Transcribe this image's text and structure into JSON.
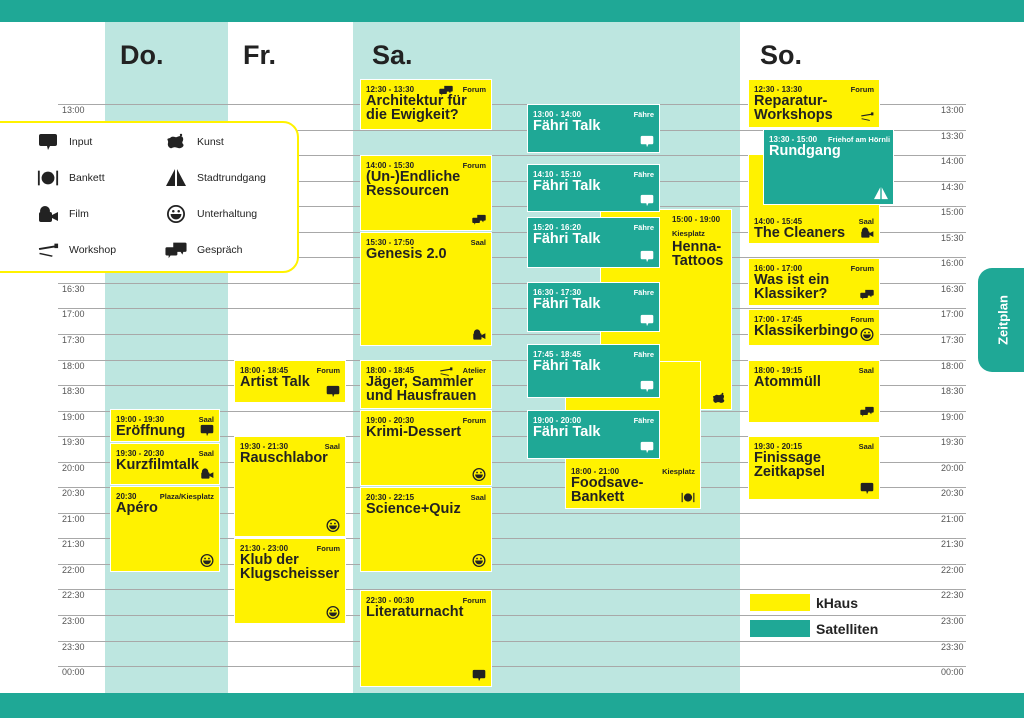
{
  "colors": {
    "khaus": "#fff200",
    "satelliten": "#1fa896",
    "band": "#bde6e0"
  },
  "days": [
    "Do.",
    "Fr.",
    "Sa.",
    "So."
  ],
  "times": [
    "13:00",
    "13:30",
    "14:00",
    "14:30",
    "15:00",
    "15:30",
    "16:00",
    "16:30",
    "17:00",
    "17:30",
    "18:00",
    "18:30",
    "19:00",
    "19:30",
    "20:00",
    "20:30",
    "21:00",
    "21:30",
    "22:00",
    "22:30",
    "23:00",
    "23:30",
    "00:00"
  ],
  "legend": [
    {
      "label": "Input",
      "icon": "input"
    },
    {
      "label": "Kunst",
      "icon": "kunst"
    },
    {
      "label": "Bankett",
      "icon": "bankett"
    },
    {
      "label": "Stadtrundgang",
      "icon": "stadtrundgang"
    },
    {
      "label": "Film",
      "icon": "film"
    },
    {
      "label": "Unterhaltung",
      "icon": "unterhaltung"
    },
    {
      "label": "Workshop",
      "icon": "workshop"
    },
    {
      "label": "Gespräch",
      "icon": "gespraech"
    }
  ],
  "key": [
    {
      "label": "kHaus"
    },
    {
      "label": "Satelliten"
    }
  ],
  "tab_label": "Zeitplan",
  "events": [
    {
      "day": "Do.",
      "time": "19:00 - 19:30",
      "place": "Saal",
      "title": "Eröffnung",
      "icon": "input",
      "type": "kHaus"
    },
    {
      "day": "Do.",
      "time": "19:30 - 20:30",
      "place": "Saal",
      "title": "Kurzfilmtalk",
      "icon": "film",
      "type": "kHaus"
    },
    {
      "day": "Do.",
      "time": "20:30",
      "place": "Plaza/Kiesplatz",
      "title": "Apéro",
      "icon": "unterhaltung",
      "type": "kHaus"
    },
    {
      "day": "Fr.",
      "time": "18:00 - 18:45",
      "place": "Forum",
      "title": "Artist Talk",
      "icon": "input",
      "type": "kHaus"
    },
    {
      "day": "Fr.",
      "time": "19:30 - 21:30",
      "place": "Saal",
      "title": "Rauschlabor",
      "icon": "unterhaltung",
      "type": "kHaus"
    },
    {
      "day": "Fr.",
      "time": "21:30 - 23:00",
      "place": "Forum",
      "title": "Klub der Klugscheisser",
      "icon": "unterhaltung",
      "type": "kHaus"
    },
    {
      "day": "Sa.",
      "time": "12:30 - 13:30",
      "place": "Forum",
      "title": "Architektur für die Ewigkeit?",
      "icon": "gespraech",
      "type": "kHaus"
    },
    {
      "day": "Sa.",
      "time": "14:00 - 15:30",
      "place": "Forum",
      "title": "(Un-)Endliche Ressourcen",
      "icon": "gespraech",
      "type": "kHaus"
    },
    {
      "day": "Sa.",
      "time": "15:30 - 17:50",
      "place": "Saal",
      "title": "Genesis 2.0",
      "icon": "film",
      "type": "kHaus"
    },
    {
      "day": "Sa.",
      "time": "18:00 - 18:45",
      "place": "Atelier",
      "title": "Jäger, Sammler und Hausfrauen",
      "icon": "workshop",
      "type": "kHaus"
    },
    {
      "day": "Sa.",
      "time": "19:00 - 20:30",
      "place": "Forum",
      "title": "Krimi-Dessert",
      "icon": "unterhaltung",
      "type": "kHaus"
    },
    {
      "day": "Sa.",
      "time": "20:30 - 22:15",
      "place": "Saal",
      "title": "Science+Quiz",
      "icon": "unterhaltung",
      "type": "kHaus"
    },
    {
      "day": "Sa.",
      "time": "22:30 - 00:30",
      "place": "Forum",
      "title": "Literaturnacht",
      "icon": "input",
      "type": "kHaus"
    },
    {
      "day": "Sa.",
      "time": "15:00 - 19:00",
      "place": "Kiesplatz",
      "title": "Henna-Tattoos",
      "icon": "kunst",
      "type": "kHaus"
    },
    {
      "day": "Sa.",
      "time": "18:00 - 21:00",
      "place": "Kiesplatz",
      "title": "Foodsave-Bankett",
      "icon": "bankett",
      "type": "kHaus"
    },
    {
      "day": "Sa.",
      "time": "13:00 - 14:00",
      "place": "Fähre",
      "title": "Fähri Talk",
      "icon": "input",
      "type": "Satelliten"
    },
    {
      "day": "Sa.",
      "time": "14:10 - 15:10",
      "place": "Fähre",
      "title": "Fähri Talk",
      "icon": "input",
      "type": "Satelliten"
    },
    {
      "day": "Sa.",
      "time": "15:20 - 16:20",
      "place": "Fähre",
      "title": "Fähri Talk",
      "icon": "input",
      "type": "Satelliten"
    },
    {
      "day": "Sa.",
      "time": "16:30 - 17:30",
      "place": "Fähre",
      "title": "Fähri Talk",
      "icon": "input",
      "type": "Satelliten"
    },
    {
      "day": "Sa.",
      "time": "17:45 - 18:45",
      "place": "Fähre",
      "title": "Fähri Talk",
      "icon": "input",
      "type": "Satelliten"
    },
    {
      "day": "Sa.",
      "time": "19:00 - 20:00",
      "place": "Fähre",
      "title": "Fähri Talk",
      "icon": "input",
      "type": "Satelliten"
    },
    {
      "day": "So.",
      "time": "12:30 - 13:30",
      "place": "Forum",
      "title": "Reparatur-Workshops",
      "icon": "workshop",
      "type": "kHaus"
    },
    {
      "day": "So.",
      "time": "14:00 - 15:45",
      "place": "Saal",
      "title": "The Cleaners",
      "icon": "film",
      "type": "kHaus"
    },
    {
      "day": "So.",
      "time": "13:30 - 15:00",
      "place": "Friehof am Hörnli",
      "title": "Rundgang",
      "icon": "stadtrundgang",
      "type": "Satelliten"
    },
    {
      "day": "So.",
      "time": "16:00 - 17:00",
      "place": "Forum",
      "title": "Was ist ein Klassiker?",
      "icon": "gespraech",
      "type": "kHaus"
    },
    {
      "day": "So.",
      "time": "17:00 - 17:45",
      "place": "Forum",
      "title": "Klassikerbingo",
      "icon": "unterhaltung",
      "type": "kHaus"
    },
    {
      "day": "So.",
      "time": "18:00 - 19:15",
      "place": "Saal",
      "title": "Atommüll",
      "icon": "gespraech",
      "type": "kHaus"
    },
    {
      "day": "So.",
      "time": "19:30 - 20:15",
      "place": "Saal",
      "title": "Finissage Zeitkapsel",
      "icon": "input",
      "type": "kHaus"
    }
  ]
}
